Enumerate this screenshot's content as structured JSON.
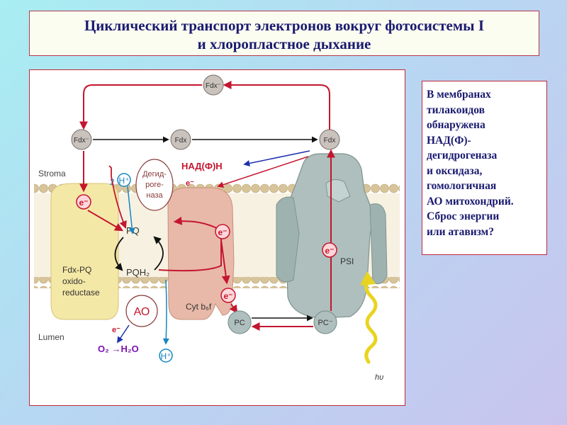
{
  "title": {
    "line1": "Циклический транспорт электронов вокруг фотосистемы I",
    "line2": "и хлоропластное дыхание"
  },
  "note": {
    "lines": [
      "В мембранах",
      "тилакоидов",
      "обнаружена",
      "НАД(Ф)-",
      "дегидрогеназа",
      "и оксидаза,",
      "гомологичная",
      "АО митохондрий.",
      "Сброс энергии",
      "или атавизм?"
    ]
  },
  "diagram": {
    "fdx_top": "Fdx⁻",
    "fdx_left": "Fdx⁻",
    "fdx_mid": "Fdx",
    "fdx_right": "Fdx",
    "stroma": "Stroma",
    "lumen": "Lumen",
    "nadph": "НАД(Ф)Н",
    "e": "e",
    "e_minus": "e⁻",
    "dehydrogenase": [
      "Дегид-",
      "роге-",
      "наза"
    ],
    "two": "2",
    "h_plus": "H⁺",
    "pq": "PQ",
    "pqh2": "PQH₂",
    "fdx_pq_enzyme": [
      "Fdx-PQ",
      "oxido-",
      "reductase"
    ],
    "cyt": "Cyt b₆f",
    "ao": "АО",
    "oxygen_water": "O₂ →H₂O",
    "pc_left": "PC",
    "pc_right": "PC⁻",
    "psi": "PSI",
    "hv": "hυ"
  },
  "colors": {
    "title_text": "#1a1a70",
    "frame_border": "#c0283a",
    "arrow_red": "#c4162f",
    "arrow_blue": "#1d2fb0",
    "arrow_cyan": "#1787c2",
    "enzyme_yellow": "#f4e8a6",
    "cyt_pink": "#e8b9a8",
    "psi_gray": "#aebfbd",
    "membrane_tan": "#d8c49a"
  }
}
